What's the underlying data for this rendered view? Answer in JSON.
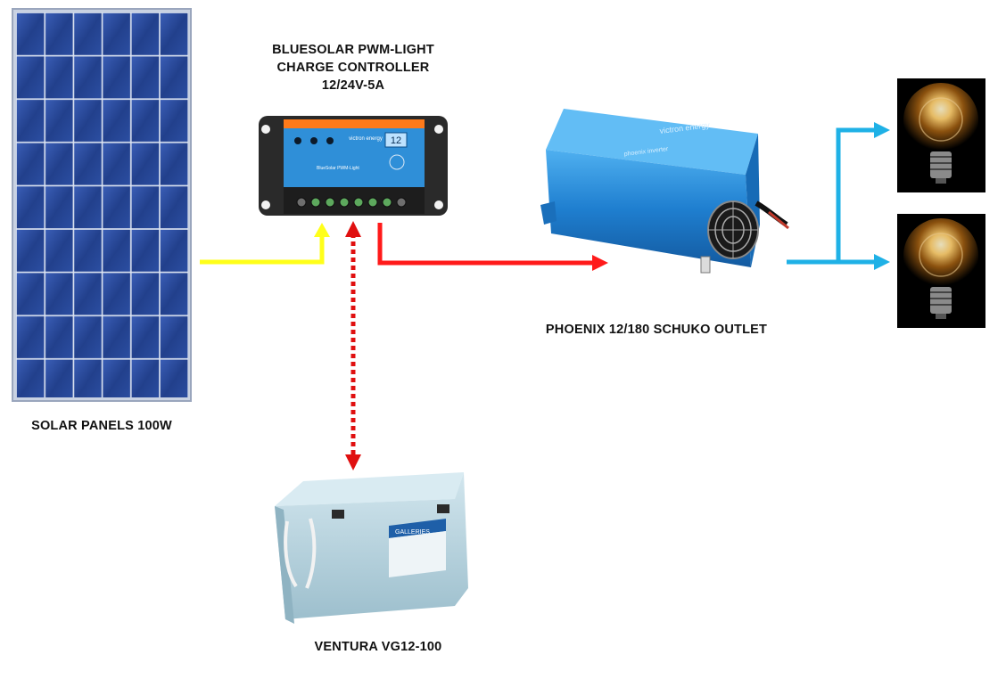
{
  "labels": {
    "solar_panel": "SOLAR  PANELS  100W",
    "controller": "BLUESOLAR   PWM-LIGHT\nCHARGE CONTROLLER\n12/24V-5A",
    "inverter": "PHOENIX  12/180 SCHUKO OUTLET",
    "battery": "VENTURA  VG12-100"
  },
  "device_text": {
    "controller_brand": "victron energy",
    "controller_display": "12",
    "controller_model": "BlueSolar PWM-Light",
    "inverter_brand": "victron energy",
    "inverter_model": "phoenix inverter",
    "battery_brand": "GALLERIES"
  },
  "connections": [
    {
      "from": "solar-panel",
      "to": "charge-controller",
      "color": "#ffff1a",
      "style": "solid"
    },
    {
      "from": "charge-controller",
      "to": "inverter",
      "color": "#ff1a1a",
      "style": "solid"
    },
    {
      "from": "charge-controller",
      "to": "battery",
      "color": "#e01010",
      "style": "dotted-bidirectional"
    },
    {
      "from": "inverter",
      "to": "light-bulbs",
      "color": "#1fb1e6",
      "style": "solid-split"
    }
  ],
  "colors": {
    "panel_cell": "#24428f",
    "controller_body": "#2b2b2b",
    "controller_accent": "#ff7a1a",
    "inverter_body": "#1f7fd0",
    "battery_body": "#b7d4df",
    "bulb_bg": "#000000"
  }
}
